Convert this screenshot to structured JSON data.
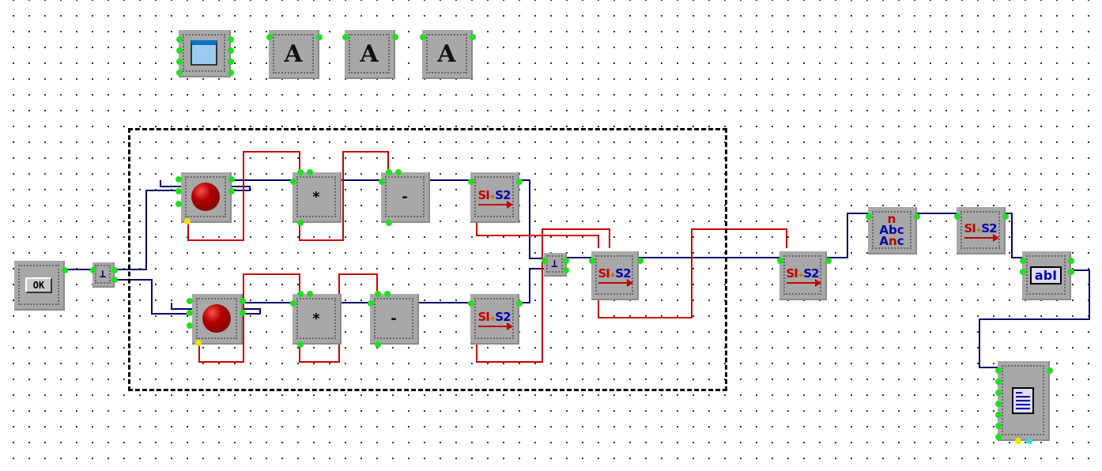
{
  "colors": {
    "data_wire": "#000066",
    "control_wire": "#cc0000",
    "pin": "#22dd22"
  },
  "blocks": [
    {
      "id": "form",
      "type": "form",
      "icon": "form-window-icon"
    },
    {
      "id": "label1",
      "type": "label",
      "text": "A"
    },
    {
      "id": "label2",
      "type": "label",
      "text": "A"
    },
    {
      "id": "label3",
      "type": "label",
      "text": "A"
    },
    {
      "id": "okbutton",
      "type": "button",
      "text": "OK"
    },
    {
      "id": "split1",
      "type": "split",
      "text": "⊥"
    },
    {
      "id": "led1",
      "type": "led"
    },
    {
      "id": "led2",
      "type": "led"
    },
    {
      "id": "mul1",
      "type": "op",
      "text": "*"
    },
    {
      "id": "mul2",
      "type": "op",
      "text": "*"
    },
    {
      "id": "sub1",
      "type": "op",
      "text": "-"
    },
    {
      "id": "sub2",
      "type": "op",
      "text": "-"
    },
    {
      "id": "cat1",
      "type": "concat",
      "s1": "SI",
      "plus": "+",
      "s2": "S2"
    },
    {
      "id": "cat2",
      "type": "concat",
      "s1": "SI",
      "plus": "+",
      "s2": "S2"
    },
    {
      "id": "split2",
      "type": "split",
      "text": "⊥"
    },
    {
      "id": "cat3",
      "type": "concat",
      "s1": "SI",
      "plus": "+",
      "s2": "S2"
    },
    {
      "id": "cat4",
      "type": "concat",
      "s1": "SI",
      "plus": "+",
      "s2": "S2"
    },
    {
      "id": "replace",
      "type": "replace",
      "n": "n",
      "a": "Abc",
      "b1": "A",
      "b2": "n",
      "b3": "c"
    },
    {
      "id": "cat5",
      "type": "concat",
      "s1": "SI",
      "plus": "+",
      "s2": "S2"
    },
    {
      "id": "edit",
      "type": "edit",
      "text": "ab"
    },
    {
      "id": "memo",
      "type": "memo"
    }
  ]
}
